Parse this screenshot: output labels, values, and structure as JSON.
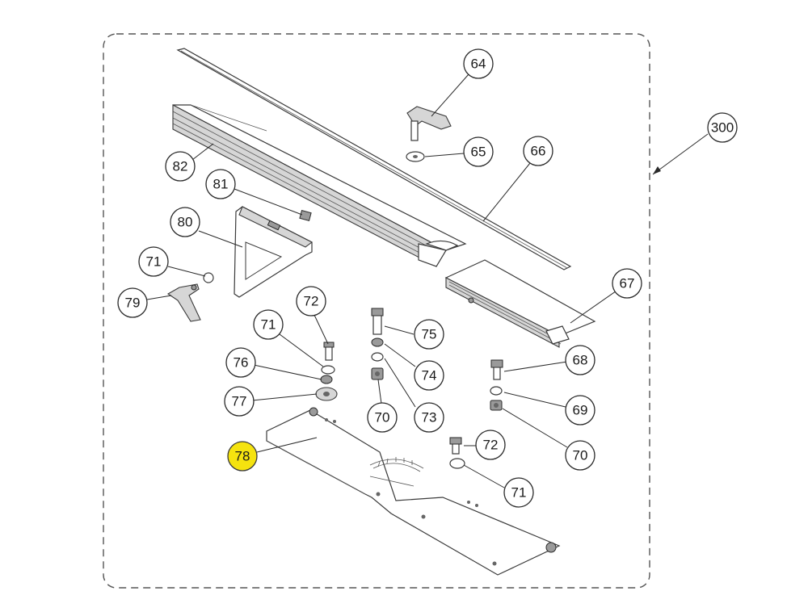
{
  "assembly": {
    "label": "300"
  },
  "callouts": [
    {
      "label": "64"
    },
    {
      "label": "65"
    },
    {
      "label": "66"
    },
    {
      "label": "67"
    },
    {
      "label": "68"
    },
    {
      "label": "69"
    },
    {
      "label": "70"
    },
    {
      "label": "70"
    },
    {
      "label": "71"
    },
    {
      "label": "71"
    },
    {
      "label": "71"
    },
    {
      "label": "72"
    },
    {
      "label": "72"
    },
    {
      "label": "73"
    },
    {
      "label": "74"
    },
    {
      "label": "75"
    },
    {
      "label": "76"
    },
    {
      "label": "77"
    },
    {
      "label": "78"
    },
    {
      "label": "79"
    },
    {
      "label": "80"
    },
    {
      "label": "81"
    },
    {
      "label": "82"
    }
  ],
  "colors": {
    "highlight": "#f5e30f",
    "line": "#2a2a2a",
    "frame": "#555555"
  }
}
